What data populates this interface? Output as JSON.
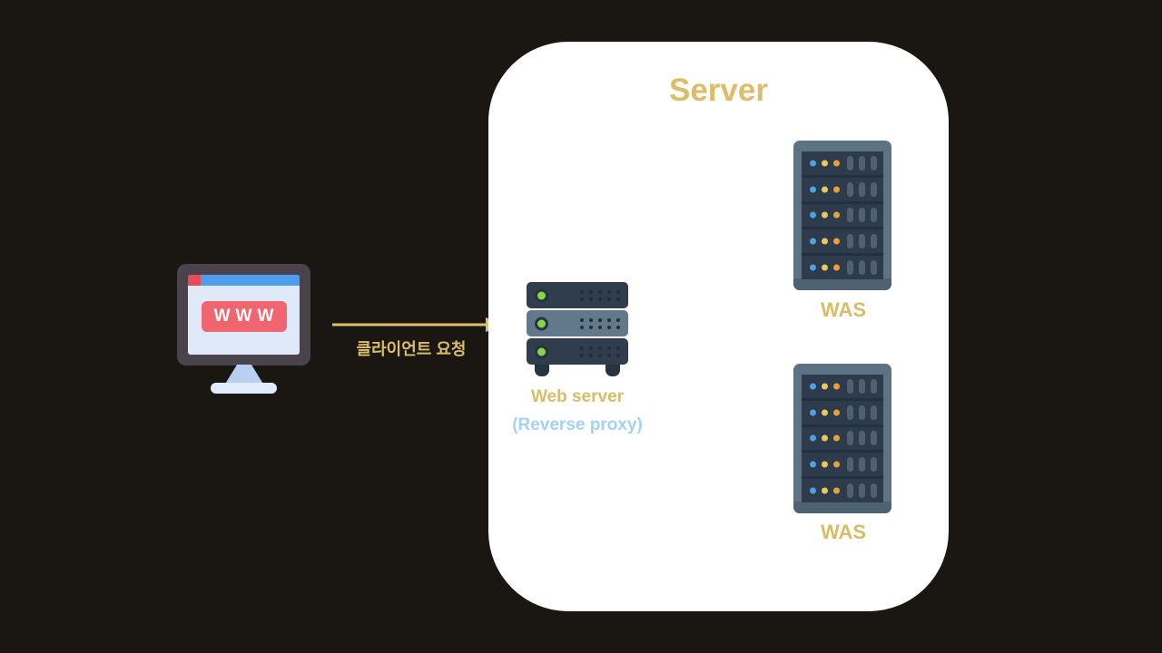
{
  "diagram": {
    "title": "Server",
    "client": {
      "icon": "computer-monitor-icon",
      "www_label": "WWW",
      "request_label": "클라이언트 요청"
    },
    "web_server": {
      "icon": "server-stack-icon",
      "label": "Web server",
      "sub_label": "(Reverse proxy)"
    },
    "was_top": {
      "icon": "server-rack-icon",
      "label": "WAS"
    },
    "was_bottom": {
      "icon": "server-rack-icon",
      "label": "WAS"
    },
    "colors": {
      "background": "#1A1713",
      "gold_accent": "#DCBE6A",
      "light_blue_accent": "#A5D2F2",
      "panel_white": "#FFFFFF",
      "monitor_red": "#EF6570",
      "monitor_blue_bar": "#4F9DED",
      "server_dark_slate": "#2F3D4C",
      "led_green": "#84D54A"
    }
  }
}
